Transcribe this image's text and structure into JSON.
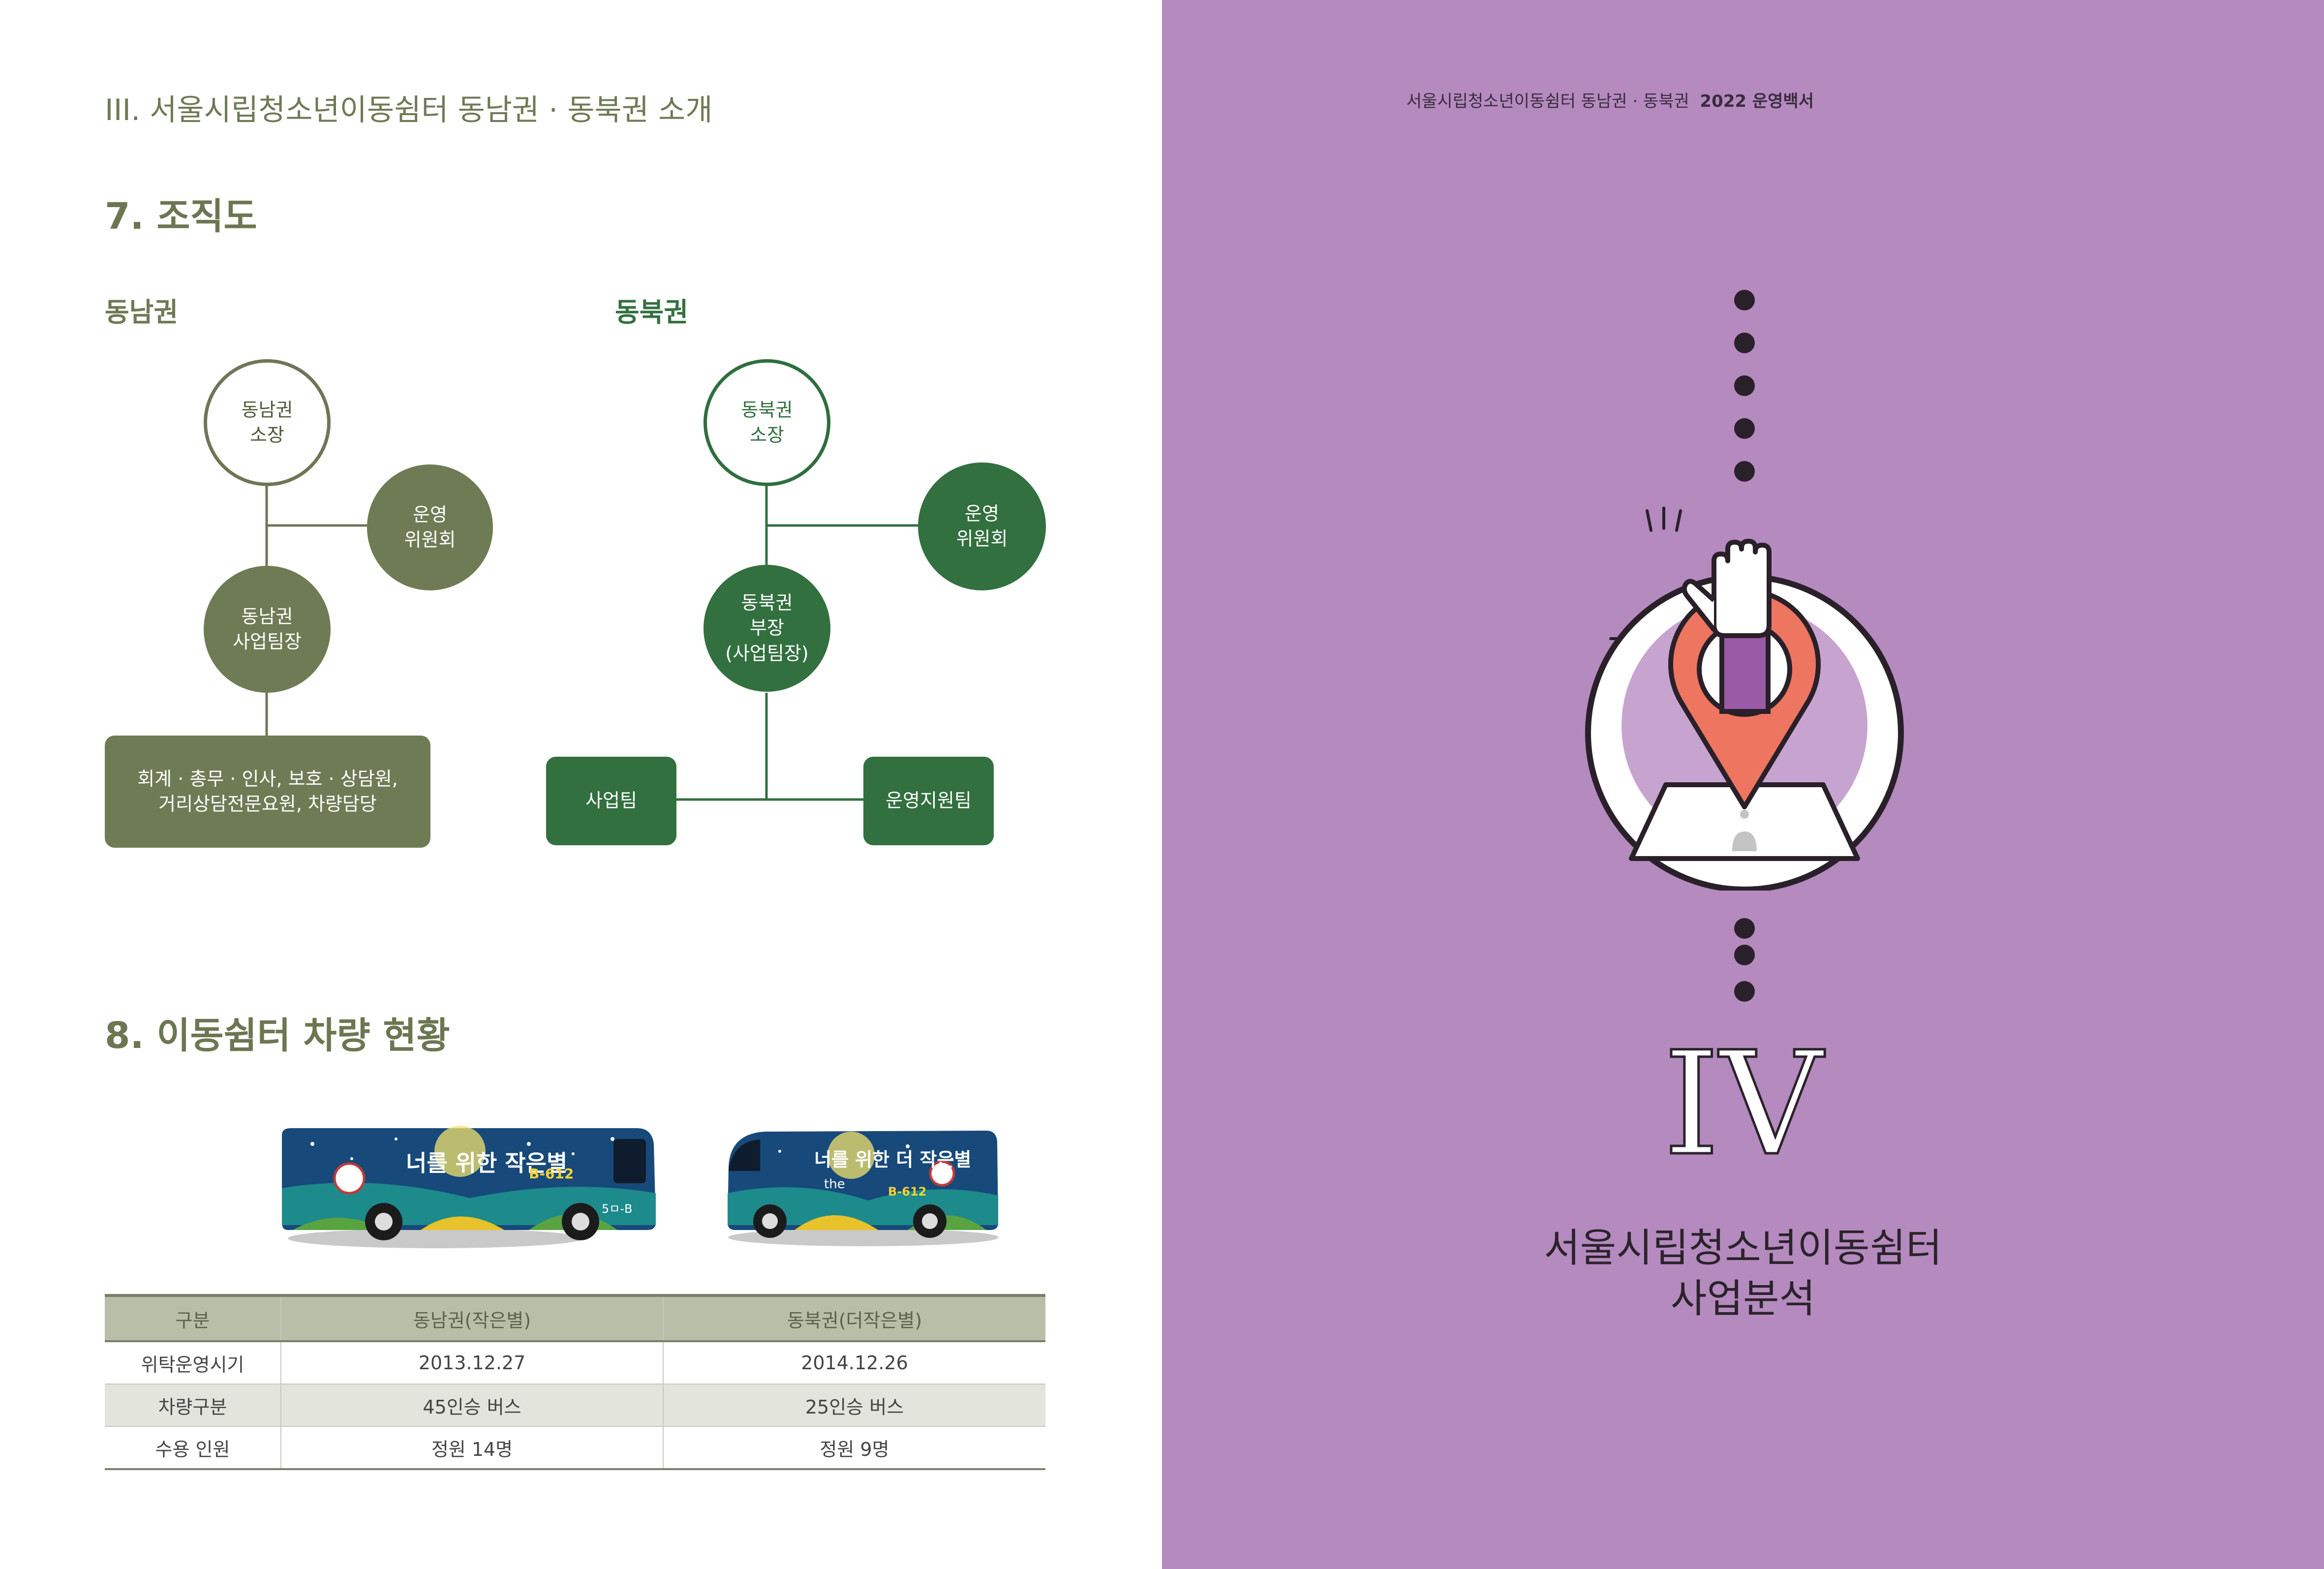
{
  "left": {
    "chapter_heading": "III. 서울시립청소년이동쉼터 동남권 · 동북권 소개",
    "org_section_title": "7. 조직도",
    "southeast": {
      "label": "동남권",
      "director": [
        "동남권",
        "소장"
      ],
      "committee": [
        "운영",
        "위원회"
      ],
      "team_lead": [
        "동남권",
        "사업팀장"
      ],
      "staff": [
        "회계 · 총무 · 인사, 보호 · 상담원,",
        "거리상담전문요원, 차량담당"
      ]
    },
    "northeast": {
      "label": "동북권",
      "director": [
        "동북권",
        "소장"
      ],
      "committee": [
        "운영",
        "위원회"
      ],
      "manager": [
        "동북권",
        "부장",
        "(사업팀장)"
      ],
      "team_left": "사업팀",
      "team_right": "운영지원팀"
    },
    "vehicle_section_title": "8. 이동쉼터 차량 현황",
    "bus_art": {
      "big_title": "너를 위한 작은별",
      "big_tag": "B-612",
      "big_plate": "5ㅁ-B",
      "small_title": "너를 위한 더 작은별",
      "small_the": "the",
      "small_tag": "B-612"
    },
    "table": {
      "headers": [
        "구분",
        "동남권(작은별)",
        "동북권(더작은별)"
      ],
      "rows": [
        [
          "위탁운영시기",
          "2013.12.27",
          "2014.12.26"
        ],
        [
          "차량구분",
          "45인승 버스",
          "25인승 버스"
        ],
        [
          "수용 인원",
          "정원 14명",
          "정원 9명"
        ]
      ]
    }
  },
  "right": {
    "running_header_light": "서울시립청소년이동쉼터 동남권 · 동북권",
    "running_header_bold": "2022 운영백서",
    "roman_numeral": "IV",
    "part_title_line1": "서울시립청소년이동쉼터",
    "part_title_line2": "사업분석",
    "colors": {
      "page_bg": "#b48abf",
      "pin": "#ee7560",
      "sleeve": "#9a5aa6"
    },
    "icons": [
      "hand-icon",
      "location-pin-icon"
    ]
  }
}
